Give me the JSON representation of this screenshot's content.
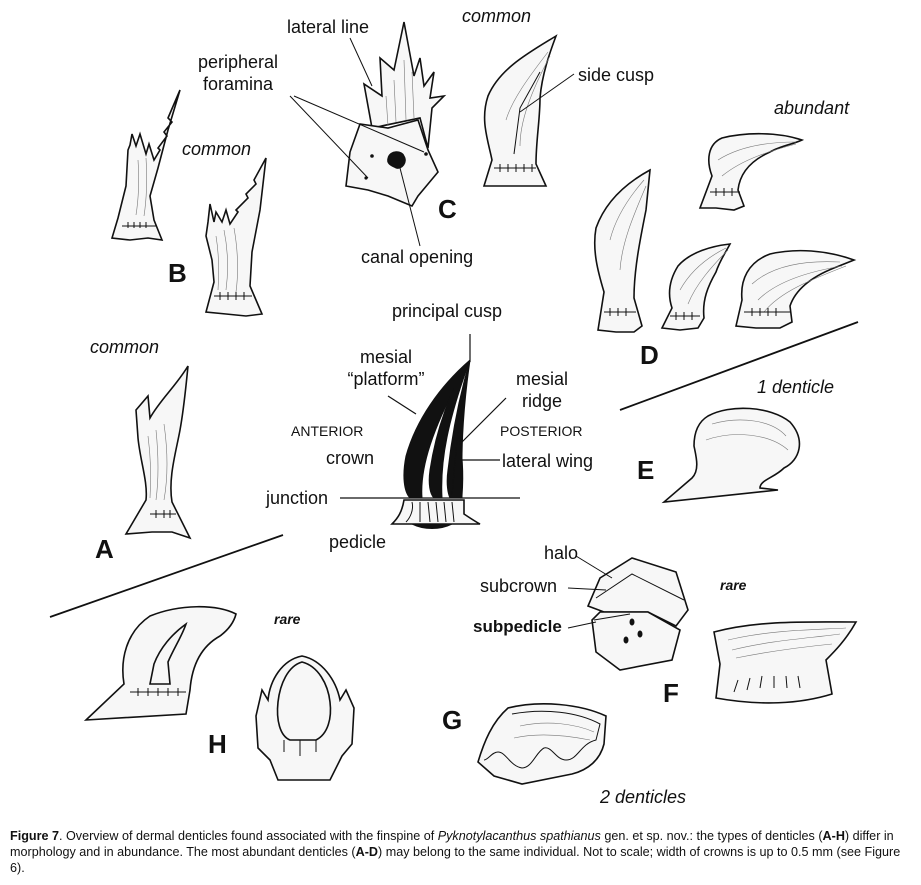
{
  "figure": {
    "abundance": {
      "common_B": "common",
      "common_C": "common",
      "common_A": "common",
      "abundant": "abundant",
      "rare_H": "rare",
      "rare_F": "rare"
    },
    "counts": {
      "one": "1 denticle",
      "two": "2 denticles"
    },
    "panel_letters": {
      "A": "A",
      "B": "B",
      "C": "C",
      "D": "D",
      "E": "E",
      "F": "F",
      "G": "G",
      "H": "H"
    },
    "labels": {
      "lateral_line": "lateral line",
      "peripheral_foramina": "peripheral foramina",
      "side_cusp": "side cusp",
      "canal_opening": "canal opening",
      "principal_cusp": "principal cusp",
      "mesial_platform": "mesial “platform”",
      "mesial_ridge": "mesial ridge",
      "anterior": "ANTERIOR",
      "posterior": "POSTERIOR",
      "crown": "crown",
      "lateral_wing": "lateral wing",
      "junction": "junction",
      "pedicle": "pedicle",
      "halo": "halo",
      "subcrown": "subcrown",
      "subpedicle": "subpedicle"
    }
  },
  "caption": {
    "fig_label": "Figure 7",
    "part1": ". Overview of dermal denticles found associated with the finspine of ",
    "species": "Pyknotylacanthus spathianus",
    "part2": " gen. et sp. nov.: the types of denticles (",
    "range1": "A-H",
    "part3": ") differ in morphology and in abundance. The most abundant denticles (",
    "range2": "A-D",
    "part4": ") may belong to the same individual. Not to scale; width of crowns is up to 0.5 mm (see Figure 6)."
  }
}
